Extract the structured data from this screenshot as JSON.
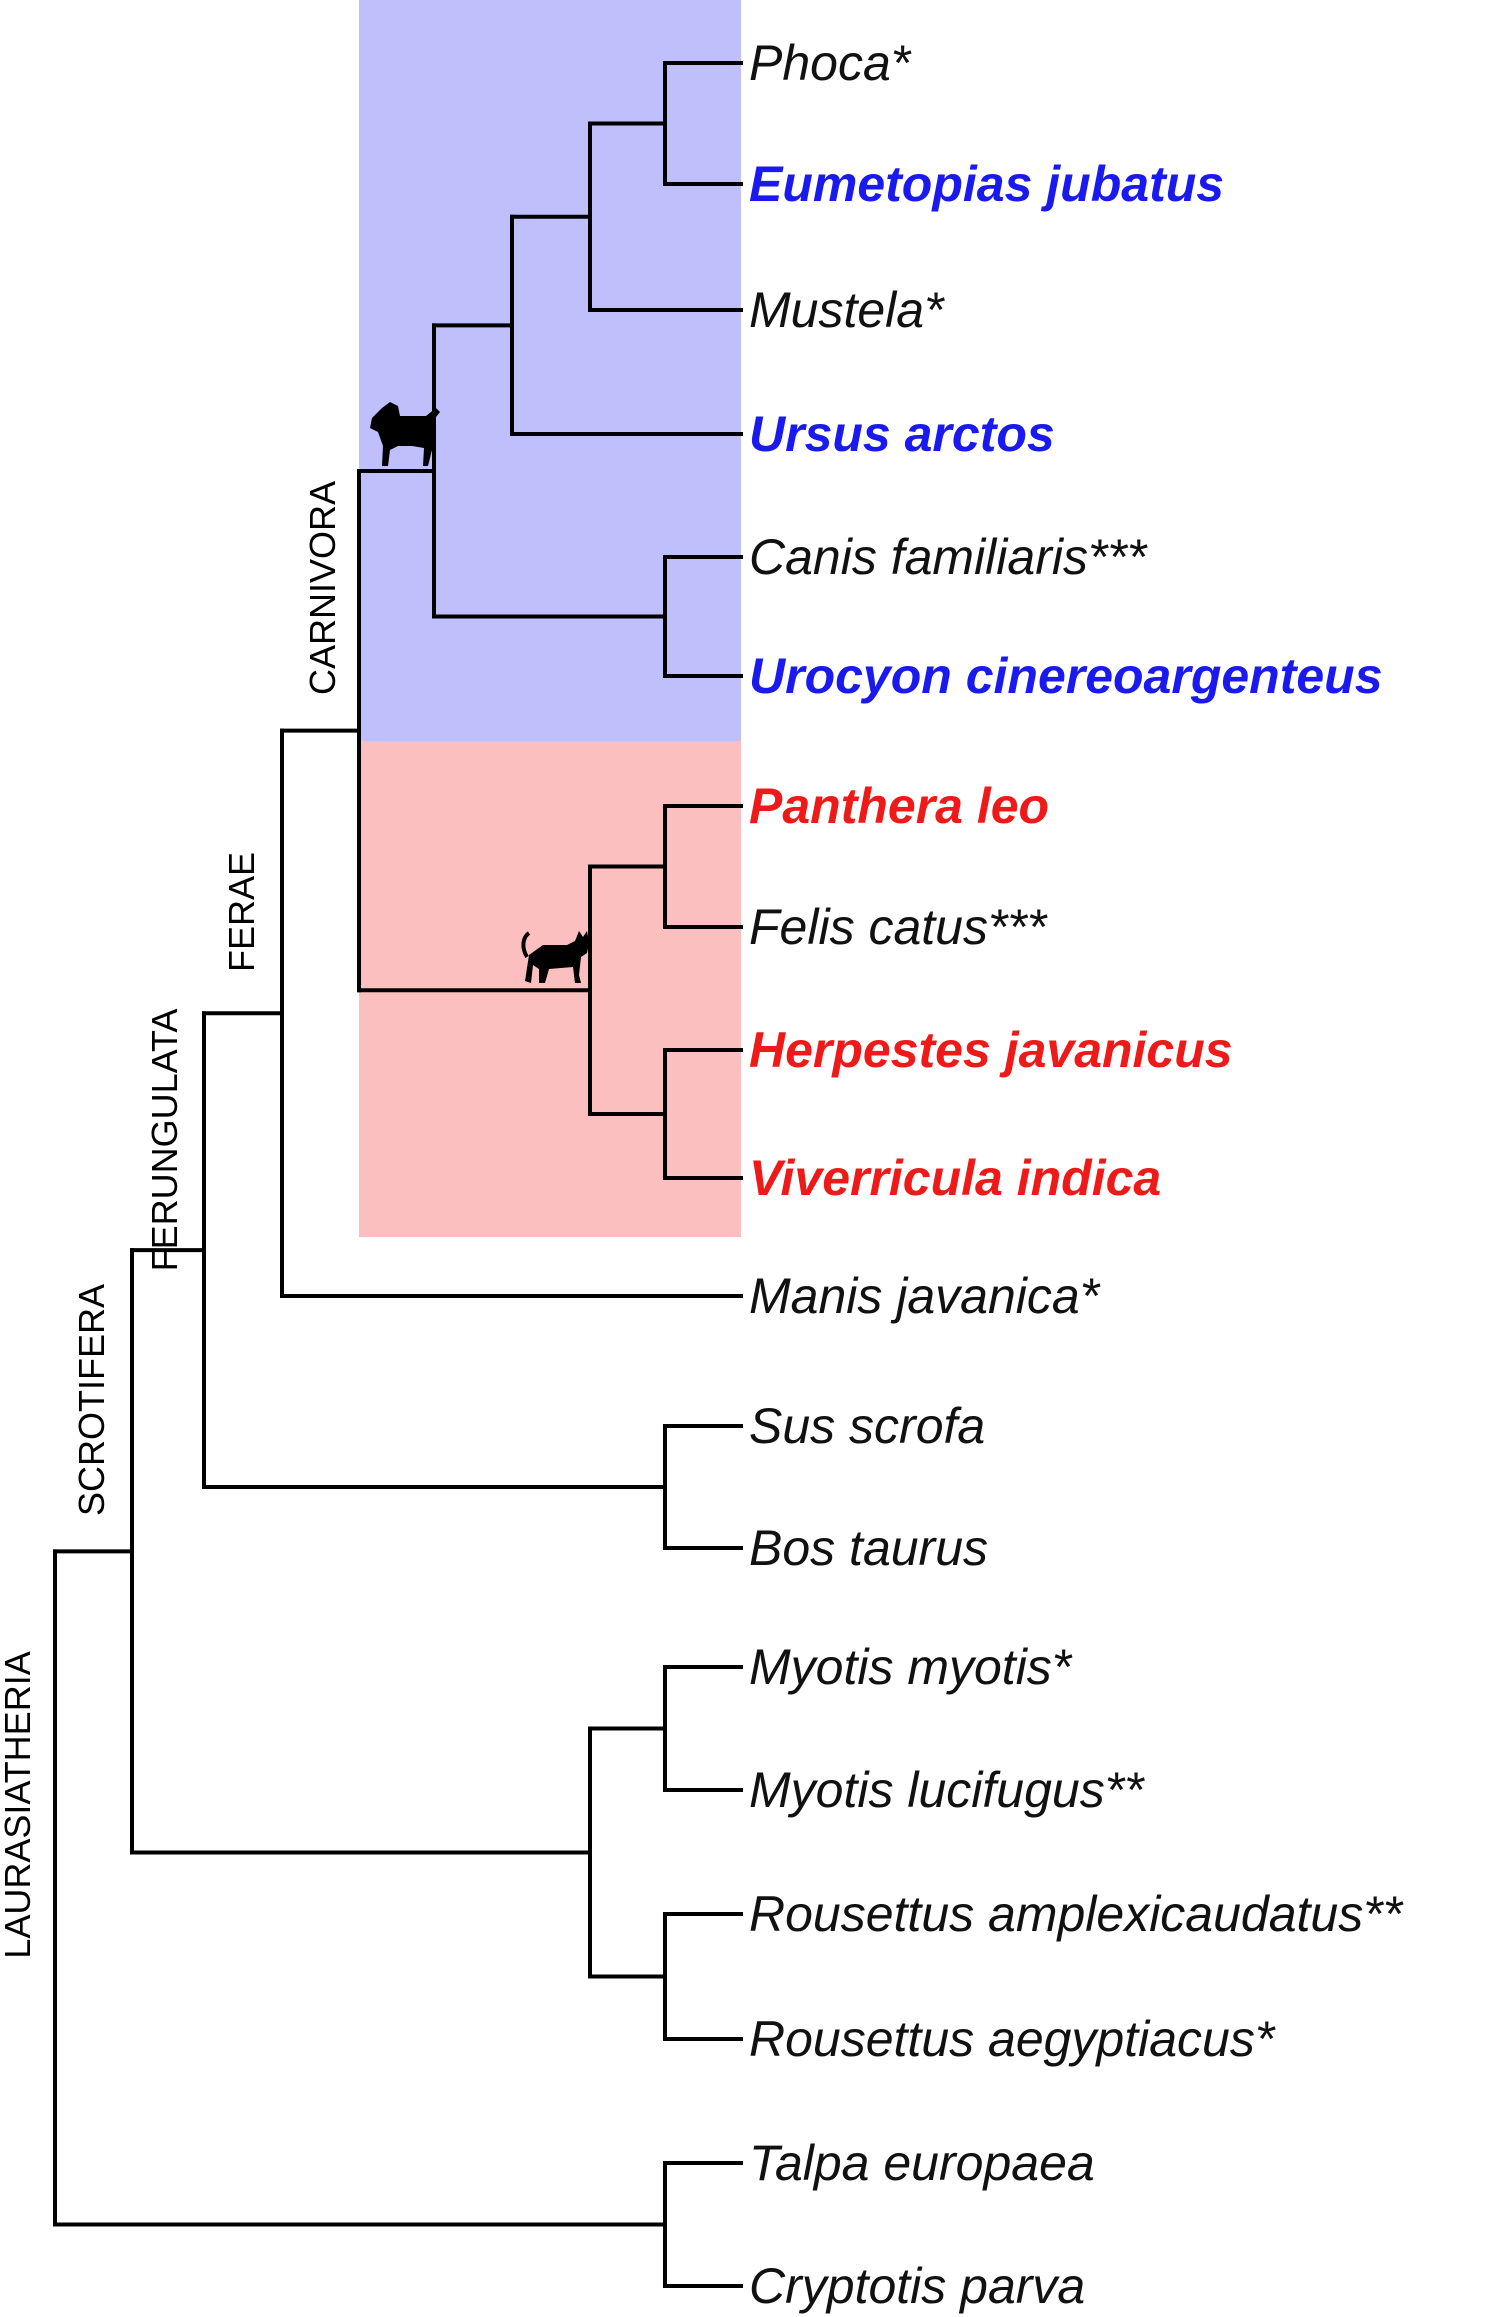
{
  "colors": {
    "carnivora_highlight": "#bfbffb",
    "feliformia_highlight": "#fbbfbf",
    "blue_taxon": "#1a1aee",
    "red_taxon": "#ee1a1a",
    "default_taxon": "#111111"
  },
  "clades": {
    "laurasiatheria": "LAURASIATHERIA",
    "scrotifera": "SCROTIFERA",
    "ferungulata": "FERUNGULATA",
    "ferae": "FERAE",
    "carnivora": "CARNIVORA"
  },
  "icons": {
    "dog": "dog-silhouette-icon",
    "cat": "cat-silhouette-icon"
  },
  "taxa": [
    {
      "label": "Phoca*",
      "style": "default"
    },
    {
      "label": "Eumetopias jubatus",
      "style": "blue"
    },
    {
      "label": "Mustela*",
      "style": "default"
    },
    {
      "label": "Ursus arctos",
      "style": "blue"
    },
    {
      "label": "Canis familiaris***",
      "style": "default"
    },
    {
      "label": "Urocyon cinereoargenteus",
      "style": "blue"
    },
    {
      "label": "Panthera leo",
      "style": "red"
    },
    {
      "label": "Felis catus***",
      "style": "default"
    },
    {
      "label": "Herpestes javanicus",
      "style": "red"
    },
    {
      "label": "Viverricula indica",
      "style": "red"
    },
    {
      "label": "Manis javanica*",
      "style": "default"
    },
    {
      "label": "Sus scrofa",
      "style": "default"
    },
    {
      "label": "Bos taurus",
      "style": "default"
    },
    {
      "label": "Myotis myotis*",
      "style": "default"
    },
    {
      "label": "Myotis lucifugus**",
      "style": "default"
    },
    {
      "label": "Rousettus amplexicaudatus**",
      "style": "default"
    },
    {
      "label": "Rousettus aegyptiacus*",
      "style": "default"
    },
    {
      "label": "Talpa europaea",
      "style": "default"
    },
    {
      "label": "Cryptotis parva",
      "style": "default"
    }
  ]
}
